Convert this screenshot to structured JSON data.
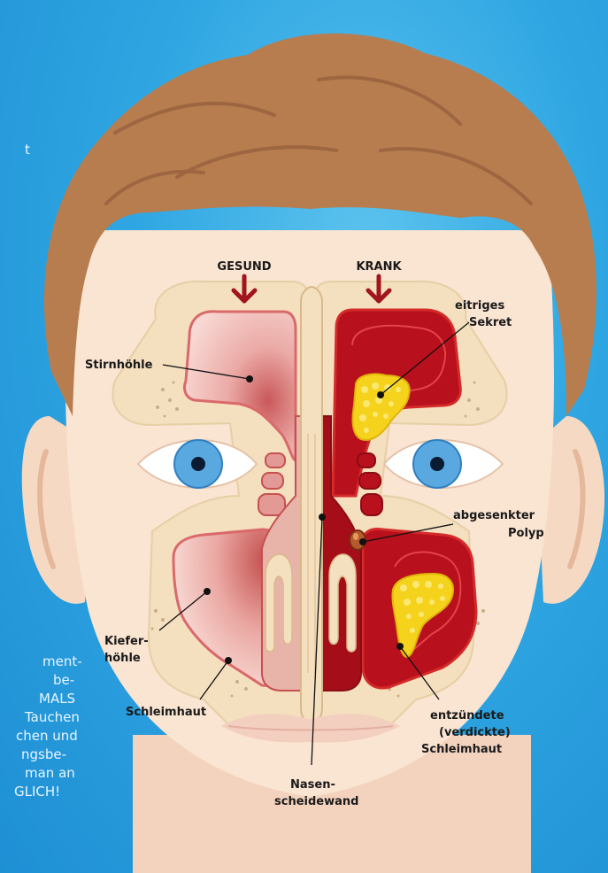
{
  "diagram": {
    "heading_healthy": "GESUND",
    "heading_sick": "KRANK",
    "labels": {
      "stirnhoehle": "Stirnhöhle",
      "eitriges_1": "eitriges",
      "eitriges_2": "Sekret",
      "polyp_1": "abgesenkter",
      "polyp_2": "Polyp",
      "kiefer_1": "Kiefer-",
      "kiefer_2": "höhle",
      "schleimhaut": "Schleimhaut",
      "entz_1": "entzündete",
      "entz_2": "(verdickte)",
      "entz_3": "Schleimhaut",
      "nasen_1": "Nasen-",
      "nasen_2": "scheidewand"
    },
    "background_text": [
      "t",
      "ment-",
      "be-",
      "MALS",
      "Tauchen",
      "chen und",
      "ngsbe-",
      "man an",
      "GLICH!"
    ]
  },
  "colors": {
    "skin": "#f9e2cf",
    "hair": "#b87f52",
    "inflamed": "#b8101c",
    "healthy_sinus": "#f2c0bb",
    "pus": "#f5d21c",
    "arrow": "#a1151e"
  }
}
